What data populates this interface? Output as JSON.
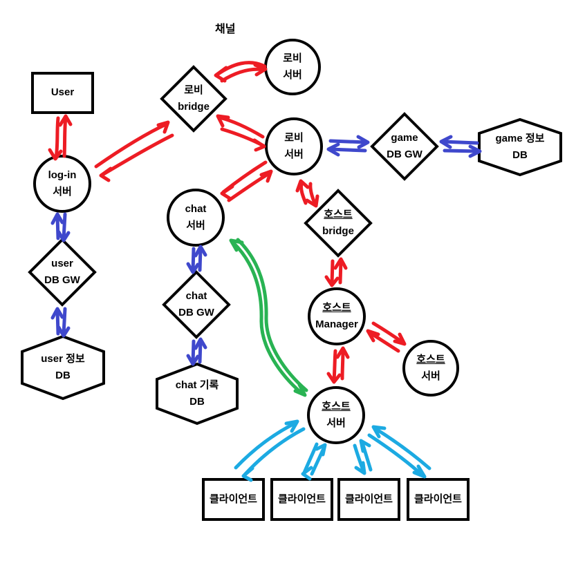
{
  "palette": {
    "ink": "#000000",
    "red": "#ed1c24",
    "blue": "#3f48cc",
    "green": "#29b353",
    "cyan": "#1caae2"
  },
  "title": "채널",
  "nodes": {
    "user": {
      "label": "User"
    },
    "lobby_bridge": {
      "line1": "로비",
      "line2": "bridge"
    },
    "lobby_server_top": {
      "line1": "로비",
      "line2": "서버"
    },
    "lobby_server": {
      "line1": "로비",
      "line2": "서버"
    },
    "game_db_gw": {
      "line1": "game",
      "line2": "DB GW"
    },
    "game_info_db": {
      "line1": "game 정보",
      "line2": "DB"
    },
    "login_server": {
      "line1": "log-in",
      "line2": "서버"
    },
    "user_db_gw": {
      "line1": "user",
      "line2": "DB GW"
    },
    "user_info_db": {
      "line1": "user 정보",
      "line2": "DB"
    },
    "chat_server": {
      "line1": "chat",
      "line2": "서버"
    },
    "chat_db_gw": {
      "line1": "chat",
      "line2": "DB GW"
    },
    "chat_log_db": {
      "line1": "chat 기록",
      "line2": "DB"
    },
    "host_bridge": {
      "line1": "호스트",
      "line2": "bridge"
    },
    "host_manager": {
      "line1": "호스트",
      "line2": "Manager"
    },
    "host_server_right": {
      "line1": "호스트",
      "line2": "서버"
    },
    "host_server_main": {
      "line1": "호스트",
      "line2": "서버"
    }
  },
  "clients": [
    {
      "label": "클라이언트"
    },
    {
      "label": "클라이언트"
    },
    {
      "label": "클라이언트"
    },
    {
      "label": "클라이언트"
    }
  ]
}
